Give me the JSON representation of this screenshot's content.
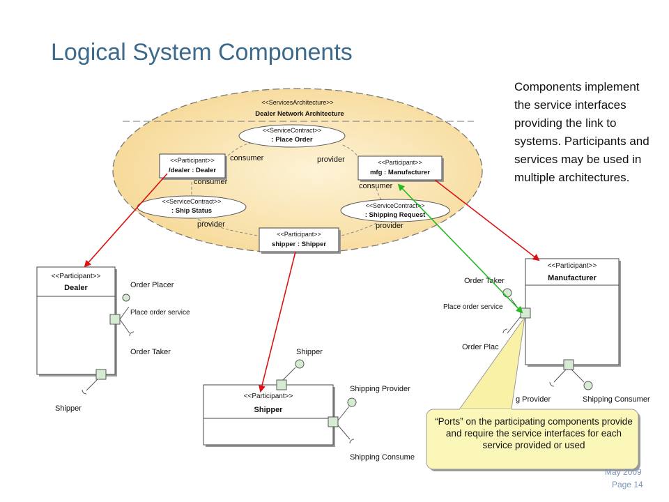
{
  "title": "Logical System Components",
  "side_text": "Components implement the service interfaces providing the link to systems. Participants and services may be used in multiple architectures.",
  "architecture": {
    "stereotype": "<<ServicesArchitecture>>",
    "name": "Dealer Network Architecture",
    "participants": {
      "dealer": {
        "stereotype": "<<Participant>>",
        "name": "/dealer : Dealer"
      },
      "mfg": {
        "stereotype": "<<Participant>>",
        "name": "mfg : Manufacturer"
      },
      "shipper": {
        "stereotype": "<<Participant>>",
        "name": "shipper : Shipper"
      }
    },
    "contracts": {
      "place_order": {
        "stereotype": "<<ServiceContract>>",
        "name": ": Place Order"
      },
      "ship_status": {
        "stereotype": "<<ServiceContract>>",
        "name": ": Ship Status"
      },
      "shipping_request": {
        "stereotype": "<<ServiceContract>>",
        "name": ": Shipping Request"
      }
    },
    "role_labels": {
      "consumer_1": "consumer",
      "provider_1": "provider",
      "consumer_2": "consumer",
      "provider_2": "provider",
      "consumer_3": "consumer",
      "provider_3": "provider"
    }
  },
  "components": {
    "dealer": {
      "stereotype": "<<Participant>>",
      "name": "Dealer",
      "ports": {
        "order_placer": "Order Placer",
        "place_order_service": "Place order service",
        "order_taker": "Order Taker",
        "shipper": "Shipper"
      }
    },
    "shipper": {
      "stereotype": "<<Participant>>",
      "name": "Shipper",
      "ports": {
        "shipper": "Shipper",
        "shipping_provider": "Shipping Provider",
        "shipping_consumer": "Shipping Consume"
      }
    },
    "manufacturer": {
      "stereotype": "<<Participant>>",
      "name": "Manufacturer",
      "ports": {
        "order_taker": "Order Taker",
        "place_order_service": "Place order service",
        "order_placer": "Order Plac",
        "shipping_provider": "g Provider",
        "shipping_consumer": "Shipping Consumer"
      }
    }
  },
  "callout": "“Ports” on the participating components provide and require the service interfaces for each service provided or used",
  "footer": {
    "date": "May 2009",
    "page": "Page 14"
  },
  "colors": {
    "title": "#3c6a8c",
    "red_arrow": "#dd1111",
    "green_arrow": "#22bb22",
    "ellipse_fill": "#fbe6b0",
    "callout_fill": "#fbf7b9",
    "port_fill": "#d6ecd2"
  }
}
